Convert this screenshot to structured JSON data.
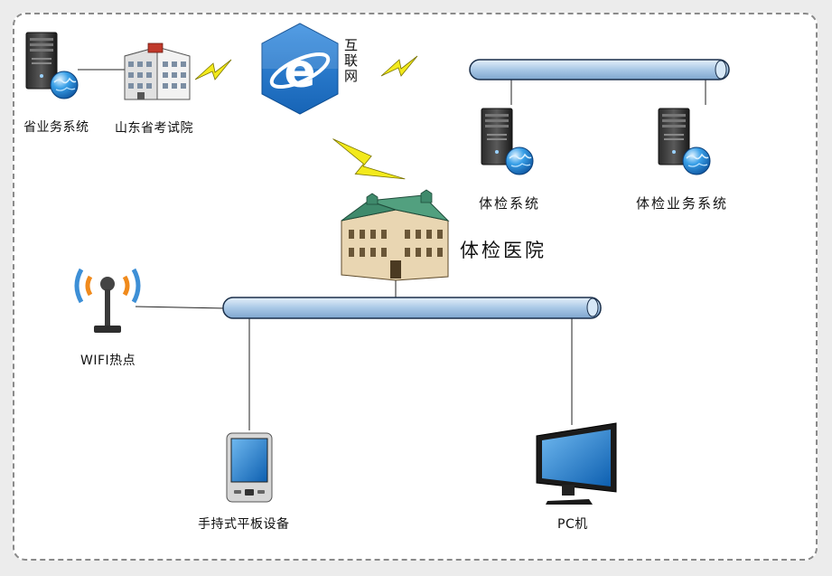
{
  "nodes": {
    "province_system": "省业务系统",
    "exam_institute": "山东省考试院",
    "internet": "互联网",
    "exam_system": "体检系统",
    "exam_business_system": "体检业务系统",
    "hospital": "体检医院",
    "wifi": "WIFI热点",
    "tablet": "手持式平板设备",
    "pc": "PC机"
  },
  "icons": {
    "server": "server-globe-icon",
    "institute": "office-building-icon",
    "internet": "internet-explorer-icon",
    "wireless_link": "lightning-bolt-icon",
    "hospital": "hospital-building-icon",
    "wifi": "wifi-antenna-icon",
    "tablet": "tablet-device-icon",
    "pc": "monitor-icon"
  },
  "colors": {
    "bus_fill": "#b8d3ec",
    "bus_stroke": "#1a2f4a",
    "bolt": "#f3ea1c",
    "ie_blue": "#1e78d0",
    "frame_border": "#8a8a8a"
  }
}
